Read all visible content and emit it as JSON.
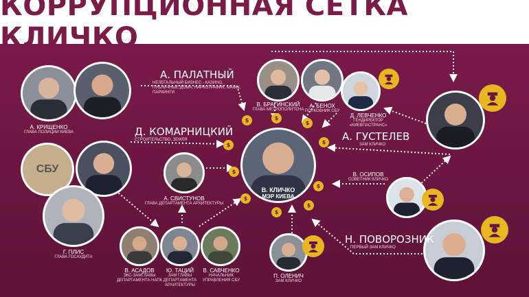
{
  "title": "КОРРУПЦИОННАЯ СЕТКА КЛИЧКО",
  "colors": {
    "bg": "#6d1541",
    "title": "#7a1b48",
    "accent": "#e7b620",
    "line": "#ffffff"
  },
  "people": {
    "krishchenko": {
      "name": "А. КРИЩЕНКО",
      "role": "ГЛАВА ПОЛИЦИИ КИЕВА"
    },
    "bragynsky": {
      "name": "В. БРАГИНСКИЙ",
      "role": "ГЛАВА МЕТРОПОЛИТЕНА"
    },
    "benoh": {
      "name": "А. БЕНОХ",
      "role": "ПОЛКОВНИК СБУ"
    },
    "levchenko": {
      "name": "Д. ЛЕВЧЕНКО",
      "role": "ГЕНДИРЕКТОР «КИЕВПАСТРАНС»"
    },
    "klitschko": {
      "name": "В. КЛИЧКО",
      "role": "МЭР КИЕВА"
    },
    "svistunov": {
      "name": "А. СВИСТУНОВ",
      "role": "ГЛАВА ДЕПАРТАМЕНТА АРХИТЕКТУРЫ"
    },
    "plis": {
      "name": "Г. ПЛИС",
      "role": "ГЛАВА ГОСАУДИТА"
    },
    "asadov": {
      "name": "В. АСАДОВ",
      "role": "ЭКС-ЗАМГЛАВЫ ДЕПАРТАМЕНТА НАПК"
    },
    "tatsiy": {
      "name": "Ю. ТАЦИЙ",
      "role": "ЗАМ ГЛАВЫ ДЕПАРТАМЕНТА АРХИТЕКТУРЫ"
    },
    "savchenko": {
      "name": "В. САВЧЕНКО",
      "role": "НАЧАЛЬНИК УПРАВЛЕНИЯ СБУ"
    },
    "olenich": {
      "name": "П. ОЛЕНИЧ",
      "role": "ЗАМ КЛИЧКО"
    },
    "osipov": {
      "name": "В. ОСИПОВ",
      "role": "СОВЕТНИК КЛИЧКО"
    }
  },
  "big": {
    "palatny": {
      "name": "А. ПАЛАТНЫЙ",
      "desc": "НЕЛЕГАЛЬНЫЙ БИЗНЕС - КАЗИНО, ПУБЛИЧНЫЕ ДОМА, НАРКОТРАФИК, МАФЫ, ПАРКИНГИ"
    },
    "komarnitsky": {
      "name": "Д. КОМАРНИЦКИЙ",
      "desc": "СТРОИТЕЛЬСТВО, ЗЕМЛЯ"
    },
    "gustelev": {
      "name": "А. ГУСТЕЛЕВ",
      "desc": "ЗАМ КЛИЧКО"
    },
    "povoroznik": {
      "name": "Н. ПОВОРОЗНИК",
      "desc": "ПЕРВЫЙ ЗАМ КЛИЧКО"
    }
  },
  "icons": {
    "money": "money-bag-icon",
    "police": "police-officer-icon",
    "sbu": "sbu-shield-icon"
  },
  "glyphs": {
    "money": "$",
    "sbu": "СБУ"
  }
}
